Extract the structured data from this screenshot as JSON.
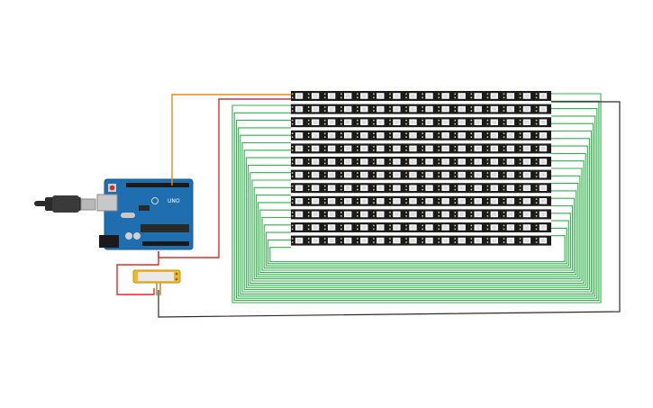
{
  "arduino": {
    "model_label": "UNO",
    "colors": {
      "board": "#1f6fb0",
      "header": "#1a1a1a",
      "usb": "#b8b8b8",
      "cable": "#2b2b2b"
    }
  },
  "power_supply": {
    "colors": {
      "body": "#f2b728",
      "window": "#e9e9e9"
    }
  },
  "led_matrix": {
    "rows": 12,
    "leds_per_row": 16,
    "colors": {
      "strip": "#1b1b1b",
      "led_body": "#f4f4f4",
      "pin": "#d9c8a0"
    }
  },
  "wires": {
    "colors": {
      "data": "#e08a1e",
      "power": "#e02b2b",
      "chain": "#2fb34a",
      "ground": "#2b2b2b"
    }
  }
}
